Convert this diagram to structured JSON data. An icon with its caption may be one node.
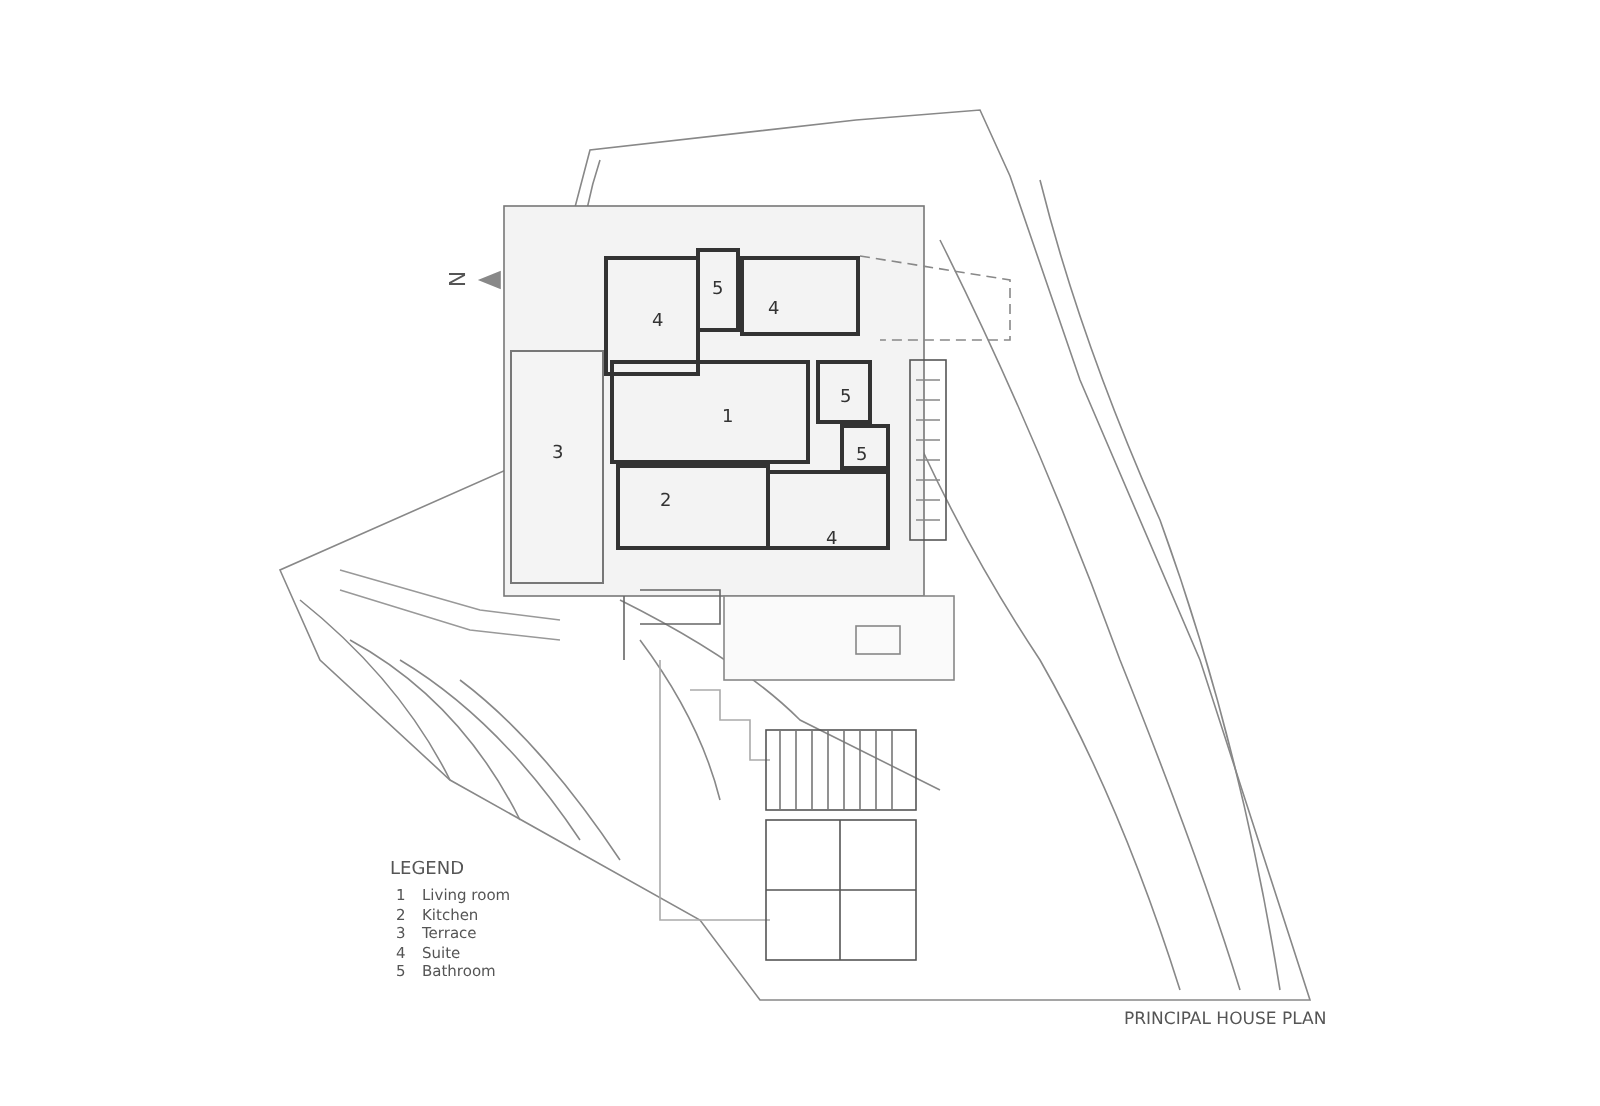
{
  "diagram": {
    "caption": "PRINCIPAL HOUSE PLAN",
    "nodes": [
      {
        "text": [
          "4"
        ]
      },
      {
        "text": [
          "5"
        ]
      },
      {
        "text": [
          "4"
        ]
      },
      {
        "text": [
          "3"
        ]
      },
      {
        "text": [
          "1"
        ]
      },
      {
        "text": [
          "5"
        ]
      },
      {
        "text": [
          "5"
        ]
      },
      {
        "text": [
          "2"
        ]
      },
      {
        "text": [
          "4"
        ]
      }
    ],
    "labels": [
      "N",
      "LEGEND",
      "1",
      "Living room",
      "2",
      "Kitchen",
      "3",
      "Terrace",
      "4",
      "Suite",
      "5",
      "Bathroom"
    ]
  }
}
